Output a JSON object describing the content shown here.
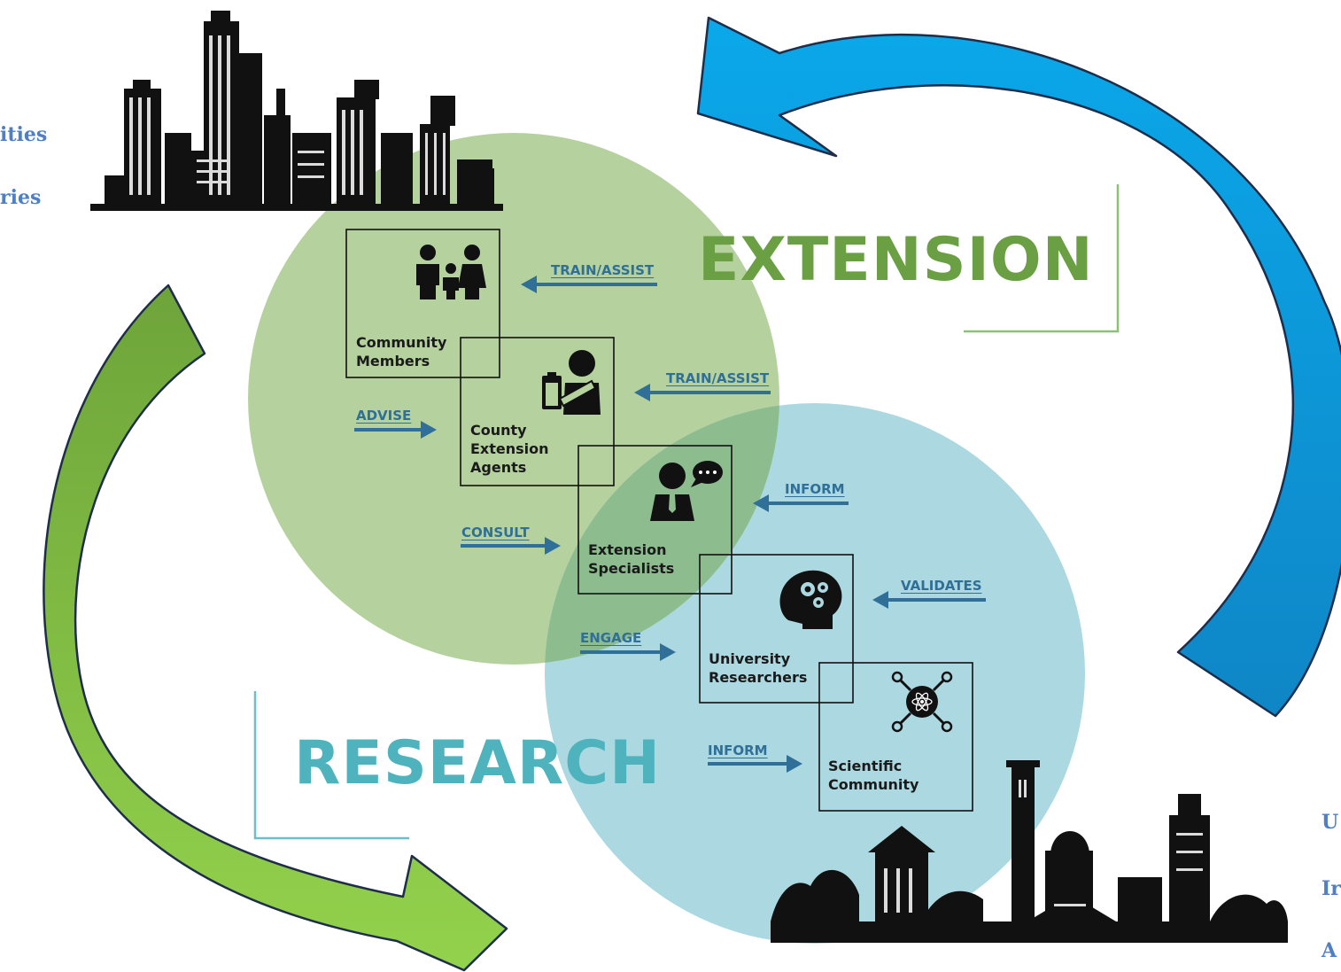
{
  "left_edge_labels": [
    "ities",
    "ries"
  ],
  "right_edge_labels": [
    "U",
    "Ir",
    "A"
  ],
  "extension_title": "EXTENSION",
  "research_title": "RESEARCH",
  "stakeholders": [
    {
      "id": "community-members",
      "label": "Community\nMembers",
      "icon": "family-icon"
    },
    {
      "id": "county-extension-agents",
      "label": "County\nExtension\nAgents",
      "icon": "agent-clipboard-icon"
    },
    {
      "id": "extension-specialists",
      "label": "Extension\nSpecialists",
      "icon": "specialist-speech-icon"
    },
    {
      "id": "university-researchers",
      "label": "University\nResearchers",
      "icon": "brain-gears-icon"
    },
    {
      "id": "scientific-community",
      "label": "Scientific\nCommunity",
      "icon": "atom-network-icon"
    }
  ],
  "flows": [
    {
      "id": "train-assist-1",
      "label": "TRAIN/ASSIST",
      "direction": "left"
    },
    {
      "id": "train-assist-2",
      "label": "TRAIN/ASSIST",
      "direction": "left"
    },
    {
      "id": "advise",
      "label": "ADVISE",
      "direction": "right"
    },
    {
      "id": "inform-1",
      "label": "INFORM",
      "direction": "left"
    },
    {
      "id": "consult",
      "label": "CONSULT",
      "direction": "right"
    },
    {
      "id": "validates",
      "label": "VALIDATES",
      "direction": "left"
    },
    {
      "id": "engage",
      "label": "ENGAGE",
      "direction": "right"
    },
    {
      "id": "inform-2",
      "label": "INFORM",
      "direction": "right"
    }
  ],
  "colors": {
    "extension_circle": "#b5d29e",
    "research_circle": "#acd9e1",
    "overlap": "#8dbd8f",
    "extension_text": "#6aa043",
    "research_text": "#4fb3be",
    "flow_arrow": "#2f6f98",
    "green_cycle_arrow": "#86c242",
    "blue_cycle_arrow": "#1a9fe0",
    "edge_text": "#4f7fc4"
  }
}
